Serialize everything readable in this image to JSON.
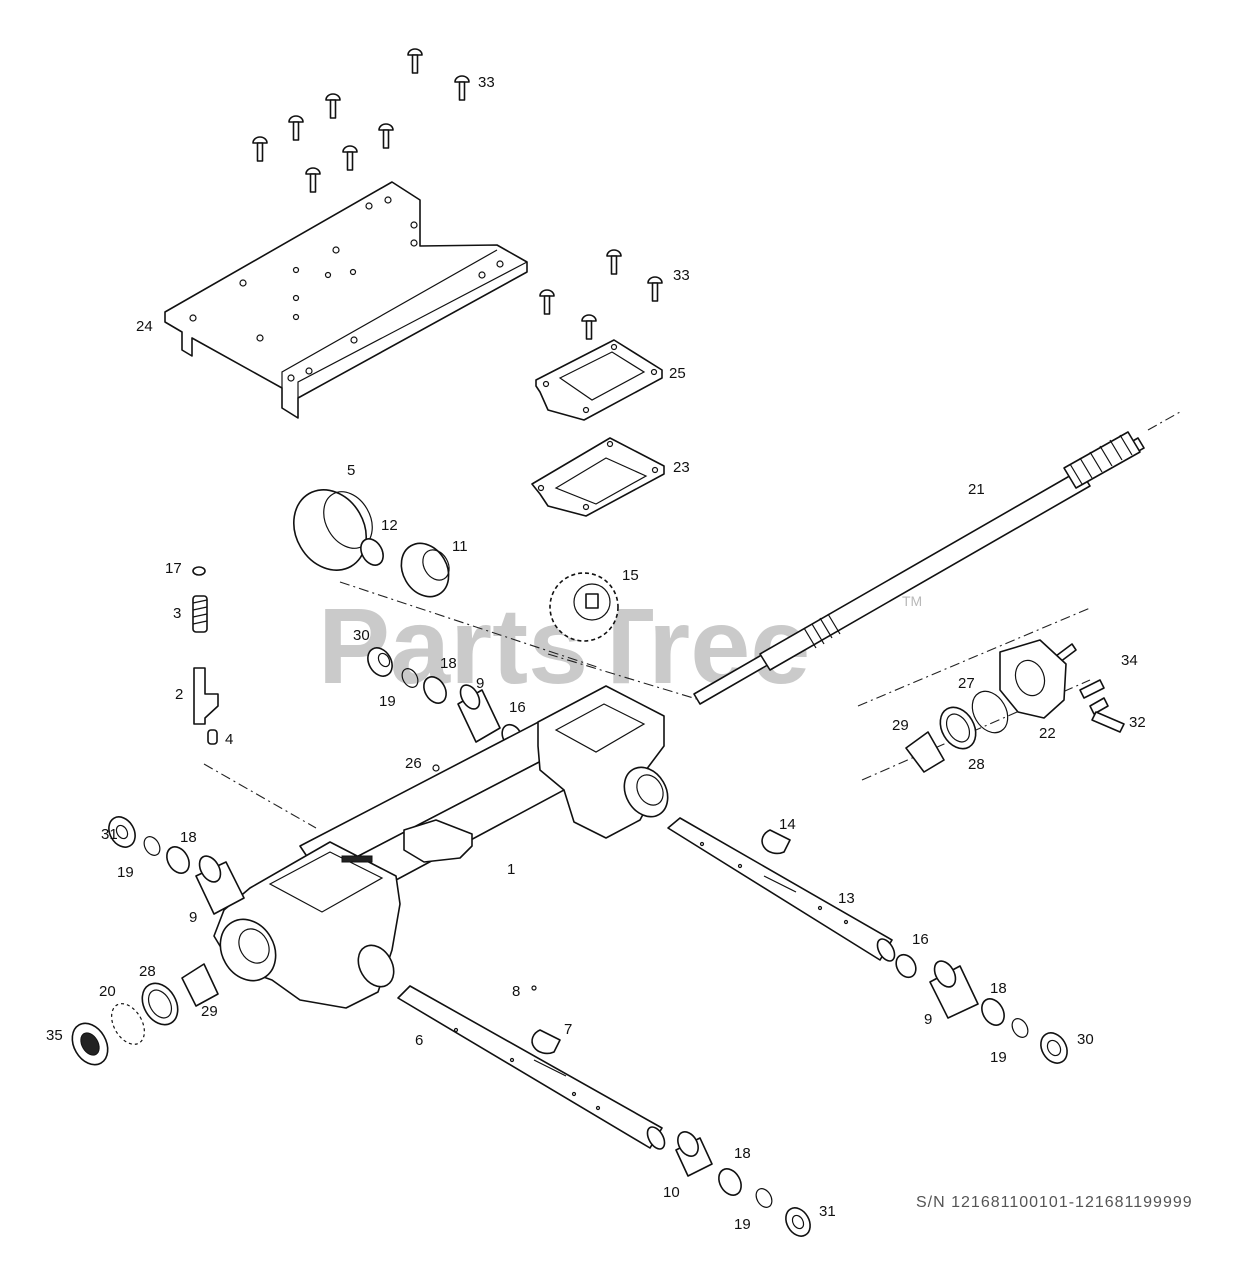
{
  "watermark": {
    "brand": "PartsTree",
    "trademark": "TM"
  },
  "serial_range": "S/N 121681100101-121681199999",
  "callouts": [
    {
      "id": "c33a",
      "text": "33"
    },
    {
      "id": "c33b",
      "text": "33"
    },
    {
      "id": "c24",
      "text": "24"
    },
    {
      "id": "c25",
      "text": "25"
    },
    {
      "id": "c23",
      "text": "23"
    },
    {
      "id": "c21",
      "text": "21"
    },
    {
      "id": "c5",
      "text": "5"
    },
    {
      "id": "c12",
      "text": "12"
    },
    {
      "id": "c11",
      "text": "11"
    },
    {
      "id": "c17",
      "text": "17"
    },
    {
      "id": "c3",
      "text": "3"
    },
    {
      "id": "c15",
      "text": "15"
    },
    {
      "id": "c30a",
      "text": "30"
    },
    {
      "id": "c18a",
      "text": "18"
    },
    {
      "id": "c19a",
      "text": "19"
    },
    {
      "id": "c9a",
      "text": "9"
    },
    {
      "id": "c16a",
      "text": "16"
    },
    {
      "id": "c2",
      "text": "2"
    },
    {
      "id": "c4",
      "text": "4"
    },
    {
      "id": "c26",
      "text": "26"
    },
    {
      "id": "c34",
      "text": "34"
    },
    {
      "id": "c27",
      "text": "27"
    },
    {
      "id": "c32",
      "text": "32"
    },
    {
      "id": "c22",
      "text": "22"
    },
    {
      "id": "c29a",
      "text": "29"
    },
    {
      "id": "c28a",
      "text": "28"
    },
    {
      "id": "c31a",
      "text": "31"
    },
    {
      "id": "c18b",
      "text": "18"
    },
    {
      "id": "c19b",
      "text": "19"
    },
    {
      "id": "c14",
      "text": "14"
    },
    {
      "id": "c1",
      "text": "1"
    },
    {
      "id": "c13",
      "text": "13"
    },
    {
      "id": "c9b",
      "text": "9"
    },
    {
      "id": "c16b",
      "text": "16"
    },
    {
      "id": "c28b",
      "text": "28"
    },
    {
      "id": "c20",
      "text": "20"
    },
    {
      "id": "c29b",
      "text": "29"
    },
    {
      "id": "c35",
      "text": "35"
    },
    {
      "id": "c8",
      "text": "8"
    },
    {
      "id": "c7",
      "text": "7"
    },
    {
      "id": "c6",
      "text": "6"
    },
    {
      "id": "c9c",
      "text": "9"
    },
    {
      "id": "c18c",
      "text": "18"
    },
    {
      "id": "c19c",
      "text": "19"
    },
    {
      "id": "c30b",
      "text": "30"
    },
    {
      "id": "c10",
      "text": "10"
    },
    {
      "id": "c18d",
      "text": "18"
    },
    {
      "id": "c19d",
      "text": "19"
    },
    {
      "id": "c31b",
      "text": "31"
    }
  ]
}
